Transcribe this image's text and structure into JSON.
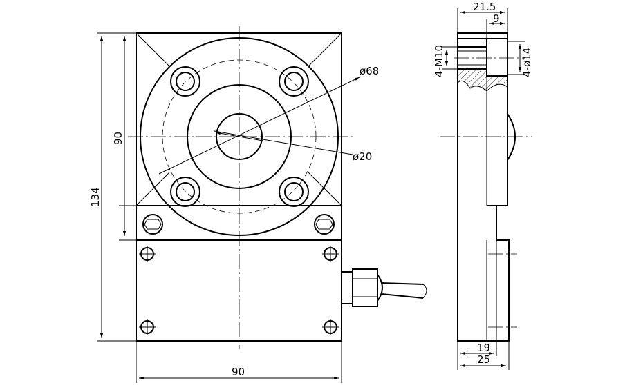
{
  "drawing": {
    "front_view": {
      "overall_width": "90",
      "overall_height": "134",
      "flange_square": "90",
      "flange_pcd": "ø68",
      "center_bore": "ø20"
    },
    "side_view": {
      "total_depth": "25",
      "body_depth": "19",
      "flange_depth": "21.5",
      "counterbore_depth": "9",
      "tapped_holes": "4-M10",
      "through_holes": "4-ø14"
    }
  }
}
